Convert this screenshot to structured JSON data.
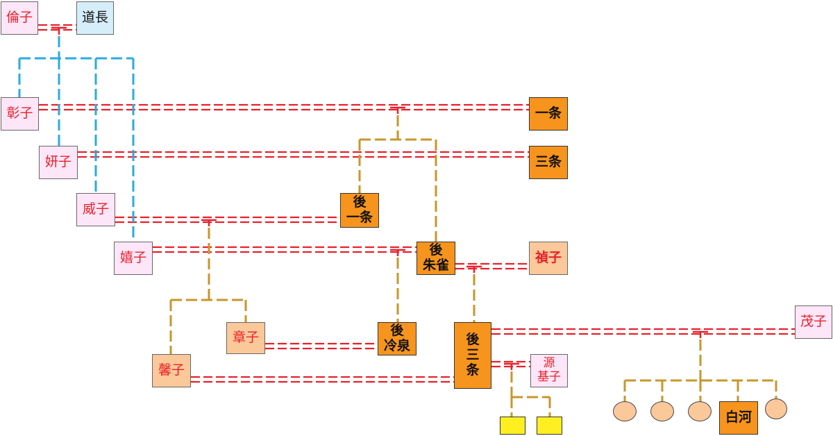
{
  "people": {
    "rinshi": "倫子",
    "michinaga": "道長",
    "shoshi": "彰子",
    "ichijo": "一条",
    "kenshi": "妍子",
    "sanjo": "三条",
    "ishi": "威子",
    "go_ichijo_1": "後",
    "go_ichijo_2": "一条",
    "kishi": "嬉子",
    "go_suzaku_1": "後",
    "go_suzaku_2": "朱雀",
    "teishi": "禎子",
    "shoshi2": "章子",
    "go_reizei_1": "後",
    "go_reizei_2": "冷泉",
    "moshi": "茂子",
    "go_sanjo_1": "後",
    "go_sanjo_2": "三",
    "go_sanjo_3": "条",
    "minamoto_1": "源",
    "minamoto_2": "基子",
    "kaoruko": "馨子",
    "shirakawa": "白河"
  },
  "colors": {
    "marriage": "#e8202a",
    "michinaga_children": "#29abe2",
    "imperial_children": "#c8962a",
    "emperor_fill": "#f7941d",
    "female_fill": "#fde6f7",
    "consort_fill": "#fbc89a",
    "unnamed_son_fill": "#ffef20"
  }
}
